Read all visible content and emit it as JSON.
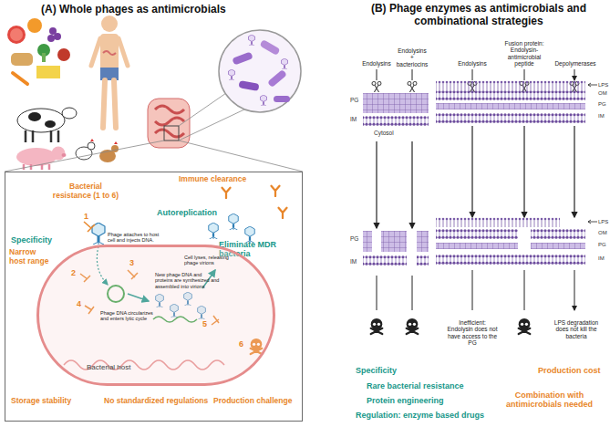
{
  "diagram": {
    "nodes": [
      {
        "text": [
          "Bacterial resistance (1 to 6)",
          "Specificity",
          "Narrow host range",
          "Autoreplication",
          "Immune clearance",
          "Eliminate MDR bacteria",
          "Storage stability",
          "No standardized regulations",
          "Production challenge"
        ]
      },
      {
        "text": [
          "Phage attaches to host cell and injects DNA.",
          "Cell lyses, releasing phage virions",
          "New phage DNA and proteins are synthesized and assembled into virions",
          "Phage DNA circularizes and enters lytic cycle",
          "Bacterial host"
        ],
        "in": 0
      },
      {
        "text": [
          "PG",
          "IM",
          "Cytosol"
        ]
      },
      {
        "text": [
          "LPS",
          "OM",
          "PG",
          "IM"
        ]
      },
      {
        "text": [
          "PG",
          "IM"
        ]
      },
      {
        "text": [
          "LPS",
          "OM",
          "PG",
          "IM"
        ]
      }
    ],
    "edges": [
      {
        "from": 2,
        "to": 4,
        "arrow": "to"
      },
      {
        "from": 2,
        "to": 4,
        "arrow": "to"
      },
      {
        "from": 3,
        "to": 5,
        "arrow": "to"
      },
      {
        "from": 3,
        "to": 5,
        "arrow": "to"
      },
      {
        "from": 3,
        "to": 5,
        "arrow": "to"
      }
    ],
    "labels": [
      "(A) Whole phages as antimicrobials",
      "(B) Phage enzymes as antimicrobials and combinational strategies",
      "Endolysins",
      "Endolysins + bacteriocins",
      "Endolysins",
      "Fusion protein: Endolysin-antimicrobial peptide",
      "Depolymerases",
      "Inefficient: Endolysin does not have access to the PG",
      "LPS degradation does not kill the bacteria",
      "Specificity",
      "Rare bacterial resistance",
      "Protein engineering",
      "Regulation: enzyme based drugs",
      "Production cost",
      "Combination with antimicrobials needed",
      "1",
      "2",
      "3",
      "4",
      "5",
      "6"
    ]
  }
}
